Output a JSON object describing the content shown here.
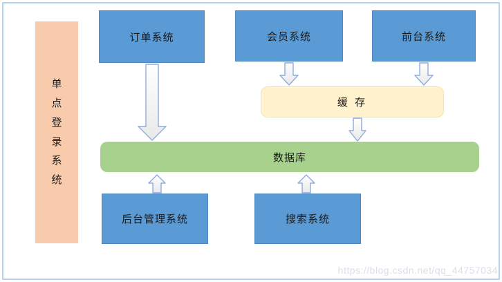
{
  "diagram": {
    "sso_bar": {
      "label": "单点登录系统"
    },
    "top_boxes": [
      {
        "label": "订单系统"
      },
      {
        "label": "会员系统"
      },
      {
        "label": "前台系统"
      }
    ],
    "cache_box": {
      "label": "缓 存"
    },
    "database_bar": {
      "label": "数据库"
    },
    "bottom_boxes": [
      {
        "label": "后台管理系统"
      },
      {
        "label": "搜索系统"
      }
    ],
    "colors": {
      "system_box_blue": "#5b9bd5",
      "sso_bar_peach": "#f8cbad",
      "cache_yellow": "#fff2cc",
      "database_green": "#a9d18e",
      "arrow_outline_blue": "#8faadc",
      "frame_border_blue": "#b5d3ec"
    }
  },
  "page": {
    "watermark": "https://blog.csdn.net/qq_44757034"
  }
}
